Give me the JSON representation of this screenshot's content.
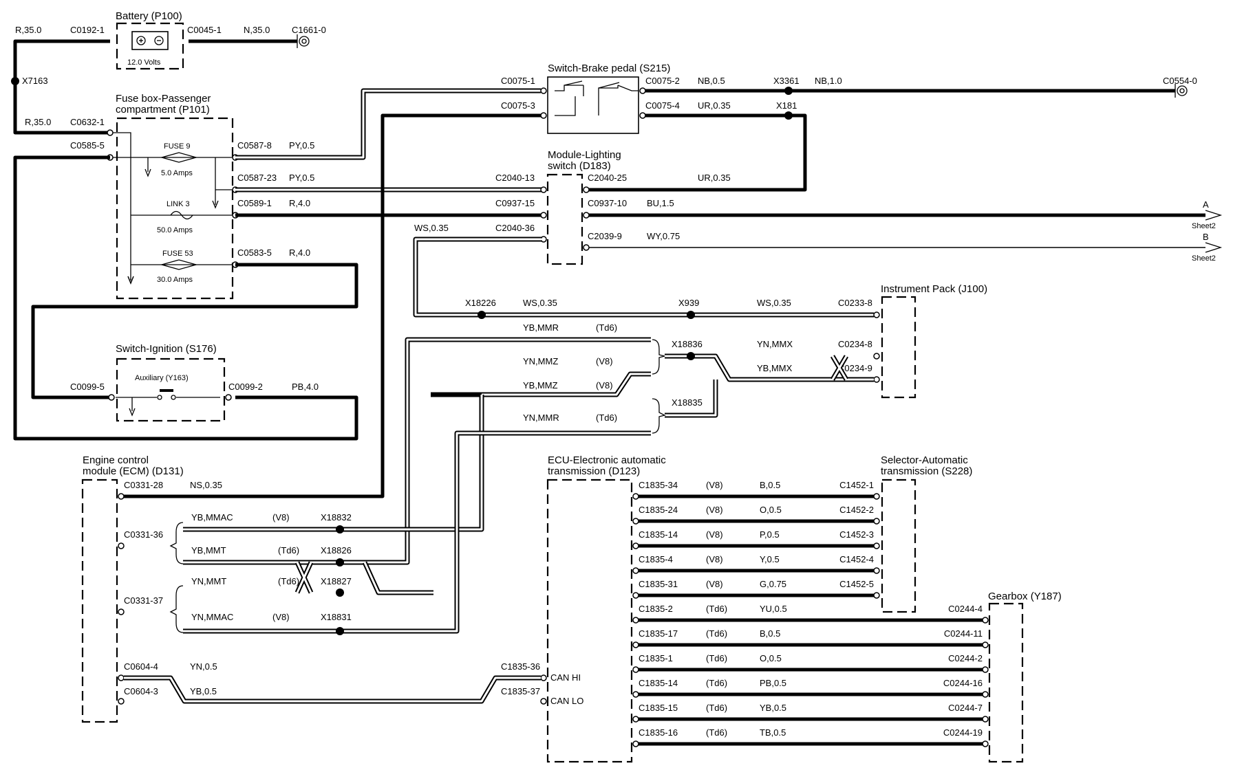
{
  "components": {
    "battery": "Battery (P100)",
    "battery_volts": "12.0 Volts",
    "fuse_box_line1": "Fuse box-Passenger",
    "fuse_box_line2": "compartment (P101)",
    "fuse9": "FUSE 9",
    "fuse9_amps": "5.0 Amps",
    "link3": "LINK 3",
    "link3_amps": "50.0 Amps",
    "fuse53": "FUSE 53",
    "fuse53_amps": "30.0 Amps",
    "brake_switch": "Switch-Brake pedal (S215)",
    "lighting_line1": "Module-Lighting",
    "lighting_line2": "switch (D183)",
    "ignition": "Switch-Ignition (S176)",
    "auxiliary": "Auxiliary (Y163)",
    "instrument_pack": "Instrument Pack (J100)",
    "ecm_line1": "Engine control",
    "ecm_line2": "module (ECM) (D131)",
    "ecu_line1": "ECU-Electronic automatic",
    "ecu_line2": "transmission (D123)",
    "selector_line1": "Selector-Automatic",
    "selector_line2": "transmission (S228)",
    "gearbox": "Gearbox (Y187)",
    "can_hi": "CAN HI",
    "can_lo": "CAN LO",
    "sheet_a": "A",
    "sheet_b": "B",
    "sheet2": "Sheet2"
  },
  "top": {
    "r350_a": "R,35.0",
    "c0192_1": "C0192-1",
    "c0045_1": "C0045-1",
    "n350": "N,35.0",
    "c1661_0": "C1661-0",
    "x7163": "X7163",
    "r350_b": "R,35.0",
    "c0632_1": "C0632-1",
    "c0585_5": "C0585-5"
  },
  "fuse_out": {
    "c0587_8": "C0587-8",
    "py05_a": "PY,0.5",
    "c0587_23": "C0587-23",
    "py05_b": "PY,0.5",
    "c0589_1": "C0589-1",
    "r40_a": "R,4.0",
    "c0583_5": "C0583-5",
    "r40_b": "R,4.0"
  },
  "brake": {
    "c0075_1": "C0075-1",
    "c0075_3": "C0075-3",
    "c0075_2": "C0075-2",
    "nb05": "NB,0.5",
    "x3361": "X3361",
    "nb10": "NB,1.0",
    "c0554_0": "C0554-0",
    "c0075_4": "C0075-4",
    "ur035_a": "UR,0.35",
    "x181": "X181"
  },
  "lighting": {
    "c2040_13": "C2040-13",
    "c2040_25": "C2040-25",
    "ur035_b": "UR,0.35",
    "c0937_15": "C0937-15",
    "c0937_10": "C0937-10",
    "bu15": "BU,1.5",
    "ws035_a": "WS,0.35",
    "c2040_36": "C2040-36",
    "c2039_9": "C2039-9",
    "wy075": "WY,0.75"
  },
  "ignition": {
    "c0099_5": "C0099-5",
    "c0099_2": "C0099-2",
    "pb40": "PB,4.0"
  },
  "instrument": {
    "x18226": "X18226",
    "ws035_b": "WS,0.35",
    "x939": "X939",
    "ws035_c": "WS,0.35",
    "c0233_8": "C0233-8",
    "yb_mmr": "YB,MMR",
    "td6_a": "(Td6)",
    "yn_mmz": "YN,MMZ",
    "v8_a": "(V8)",
    "yb_mmz": "YB,MMZ",
    "v8_b": "(V8)",
    "yn_mmr": "YN,MMR",
    "td6_b": "(Td6)",
    "x18836": "X18836",
    "x18835": "X18835",
    "yn_mmx": "YN,MMX",
    "yb_mmx": "YB,MMX",
    "c0234_8": "C0234-8",
    "c0234_9": "C0234-9"
  },
  "ecm": {
    "c0331_28": "C0331-28",
    "ns035": "NS,0.35",
    "c0331_36": "C0331-36",
    "yb_mmac": "YB,MMAC",
    "v8_c": "(V8)",
    "x18832": "X18832",
    "yb_mmt": "YB,MMT",
    "td6_c": "(Td6)",
    "x18826": "X18826",
    "c0331_37": "C0331-37",
    "yn_mmt": "YN,MMT",
    "td6_d": "(Td6)",
    "x18827": "X18827",
    "yn_mmac": "YN,MMAC",
    "v8_d": "(V8)",
    "x18831": "X18831",
    "c0604_4": "C0604-4",
    "yn05": "YN,0.5",
    "c1835_36": "C1835-36",
    "c0604_3": "C0604-3",
    "yb05_can": "YB,0.5",
    "c1835_37": "C1835-37"
  },
  "selector_rows": [
    {
      "pin": "C1835-34",
      "var": "(V8)",
      "wire": "B,0.5",
      "dest": "C1452-1"
    },
    {
      "pin": "C1835-24",
      "var": "(V8)",
      "wire": "O,0.5",
      "dest": "C1452-2"
    },
    {
      "pin": "C1835-14",
      "var": "(V8)",
      "wire": "P,0.5",
      "dest": "C1452-3"
    },
    {
      "pin": "C1835-4",
      "var": "(V8)",
      "wire": "Y,0.5",
      "dest": "C1452-4"
    },
    {
      "pin": "C1835-31",
      "var": "(V8)",
      "wire": "G,0.75",
      "dest": "C1452-5"
    }
  ],
  "gearbox_rows": [
    {
      "pin": "C1835-2",
      "var": "(Td6)",
      "wire": "YU,0.5",
      "dest": "C0244-4"
    },
    {
      "pin": "C1835-17",
      "var": "(Td6)",
      "wire": "B,0.5",
      "dest": "C0244-11"
    },
    {
      "pin": "C1835-1",
      "var": "(Td6)",
      "wire": "O,0.5",
      "dest": "C0244-2"
    },
    {
      "pin": "C1835-14",
      "var": "(Td6)",
      "wire": "PB,0.5",
      "dest": "C0244-16"
    },
    {
      "pin": "C1835-15",
      "var": "(Td6)",
      "wire": "YB,0.5",
      "dest": "C0244-7"
    },
    {
      "pin": "C1835-16",
      "var": "(Td6)",
      "wire": "TB,0.5",
      "dest": "C0244-19"
    }
  ]
}
